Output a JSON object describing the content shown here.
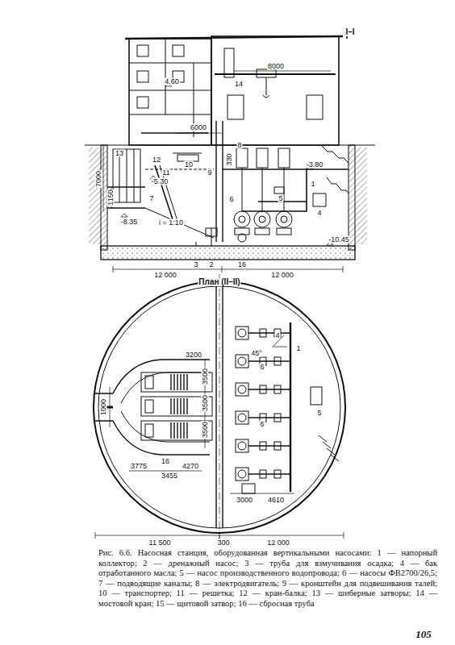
{
  "diagram": {
    "caption": "Рис. 6.6. Насосная станция, оборудованная вертикальными насосами: 1 — напорный коллектор; 2 — дренажный насос; 3 — труба для взмучивания осадка; 4 — бак отработанного масла; 5 — насос производственного водопровода; 6 — насосы ФВ2700/26,5; 7 — подводящие каналы; 8 — электродвигатель; 9 — кронштейн для подвешивания талей; 10 — транспортер; 11 — решетка; 12 — кран-балка; 13 — шиберные затворы; 14 — мостовой кран; 15 — щитовой затвор; 16 — сбросная труба",
    "labels": [
      "I–I",
      "4.60",
      "14",
      "8000",
      "6000",
      "13",
      "12",
      "11",
      "10",
      "9",
      "8",
      "330",
      "-3.80",
      "7000",
      "-5.30",
      "1150",
      "7",
      "-8.35",
      "i = 1:10",
      "6",
      "5",
      "4",
      "1",
      "-10.45",
      "12 000",
      "3",
      "2",
      "16",
      "12 000",
      "План (II–II)",
      "3200",
      "4",
      "6",
      "1",
      "3500",
      "3500",
      "3500",
      "45°",
      "1000",
      "5",
      "6",
      "16",
      "3775",
      "3455",
      "4270",
      "3000",
      "4610",
      "11 500",
      "300",
      "12 000",
      "105"
    ]
  }
}
